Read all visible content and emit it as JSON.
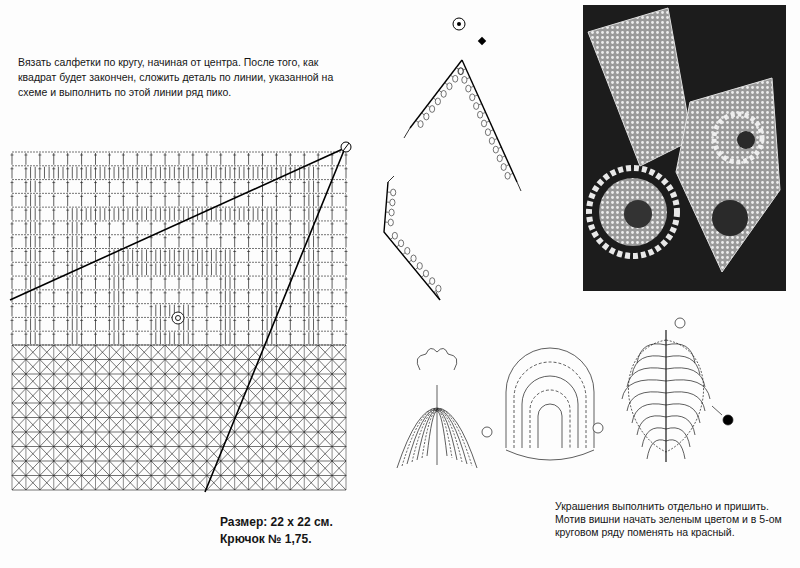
{
  "diagram": {
    "labels": [
      "Вязать салфетки по кругу, начиная от центра. После того, как квадрат будет закончен, сложить деталь по линии, указанной на схеме и выполнить по этой линии ряд пико.",
      "Размер: 22 х 22 см.",
      "Крючок № 1,75.",
      "Украшения выполнить отдельно и пришить. Мотив вишни начать зеленым цветом и в 5-ом круговом ряду поменять на красный."
    ]
  }
}
